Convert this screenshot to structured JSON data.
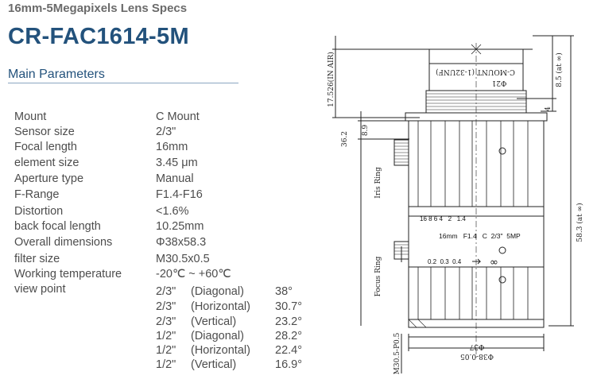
{
  "header": {
    "subtitle": "16mm-5Megapixels Lens Specs",
    "model": "CR-FAC1614-5M",
    "section": "Main Parameters"
  },
  "parameters": [
    {
      "label": "Mount",
      "value": "C Mount"
    },
    {
      "label": "Sensor size",
      "value": "2/3\""
    },
    {
      "label": "Focal length",
      "value": "16mm"
    },
    {
      "label": "element size",
      "value": "3.45 μm"
    },
    {
      "label": "Aperture type",
      "value": "Manual"
    },
    {
      "label": "F-Range",
      "value": "F1.4-F16"
    },
    {
      "label": "Distortion",
      "value": "<1.6%"
    },
    {
      "label": "back focal length",
      "value": "10.25mm"
    },
    {
      "label": "Overall dimensions",
      "value": "Φ38x58.3"
    },
    {
      "label": "filter size",
      "value": "M30.5x0.5"
    },
    {
      "label": "Working temperature",
      "value": "-20℃ ~ +60℃"
    },
    {
      "label": "view point",
      "value": ""
    }
  ],
  "view_angles": [
    {
      "size": "2/3\"",
      "type": "(Diagonal)",
      "angle": "38°"
    },
    {
      "size": "2/3\"",
      "type": "(Horizontal)",
      "angle": "30.7°"
    },
    {
      "size": "2/3\"",
      "type": "(Vertical)",
      "angle": "23.2°"
    },
    {
      "size": "1/2\"",
      "type": "(Diagonal)",
      "angle": "28.2°"
    },
    {
      "size": "1/2\"",
      "type": "(Horizontal)",
      "angle": "22.4°"
    },
    {
      "size": "1/2\"",
      "type": "(Vertical)",
      "angle": "16.9°"
    }
  ],
  "drawing": {
    "mount_thread": "C-MOUNT (1-32UNF)",
    "flange_dim": "17.526(IN AIR)",
    "mount_dia": "Φ21",
    "dim_8_5": "8.5 (at ∞)",
    "dim_4": "4",
    "dim_36_2": "36.2",
    "dim_8_9": "8.9",
    "dim_58_3": "58.3 (at ∞)",
    "iris_ring": "Iris Ring",
    "focus_ring": "Focus Ring",
    "aperture_scale": "16 8 6 4   2   1.4",
    "lens_label": "16mm   F1.4   C  2/3\"  5MP",
    "focus_scale": "0.2  0.3  0.4",
    "infinity_mark": "∞",
    "front_dia": "Φ37",
    "overall_dia": "Φ38-0.05",
    "filter_thread": "M30.5-P0.5"
  }
}
